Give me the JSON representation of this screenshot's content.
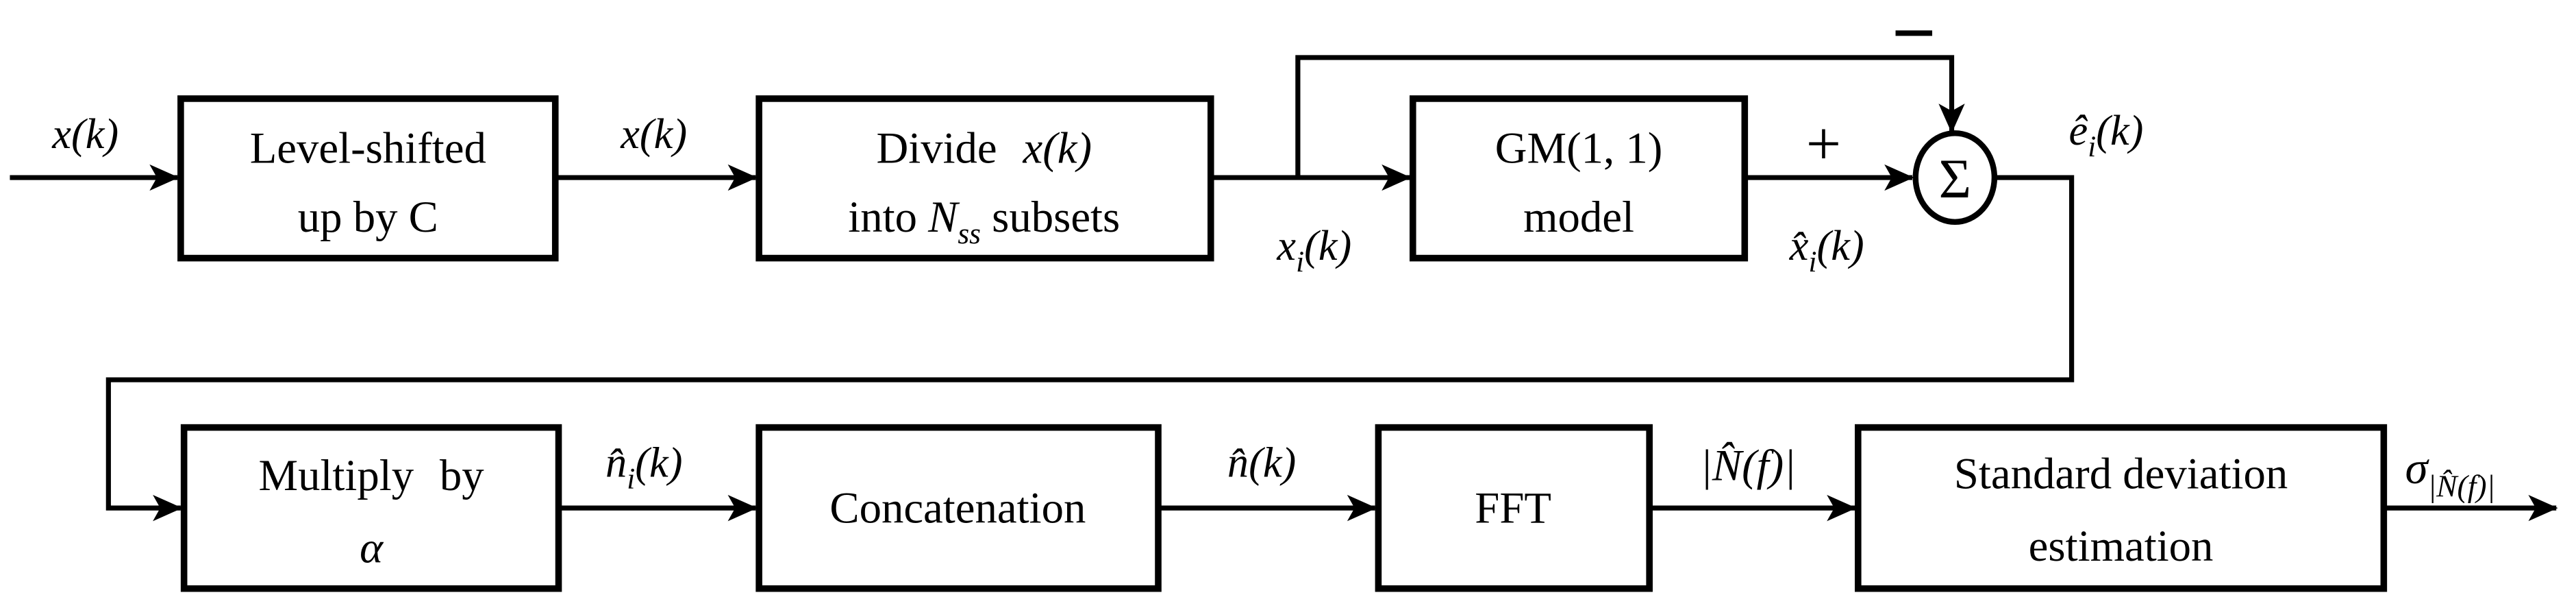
{
  "figure": {
    "background": "#ffffff",
    "ink": "#000000"
  },
  "blocks": {
    "level_shift": {
      "line1": "Level-shifted",
      "line2": "up by C"
    },
    "divide": {
      "line1_pre": "Divide ",
      "line1_math": "x(k)",
      "line2_pre": "into ",
      "line2_base": "N",
      "line2_sub": "ss",
      "line2_post": " subsets"
    },
    "gm": {
      "line1": "GM(1, 1)",
      "line2": "model"
    },
    "multiply": {
      "line1": "Multiply by",
      "line2": "α"
    },
    "concat": {
      "label": "Concatenation"
    },
    "fft": {
      "label": "FFT"
    },
    "std": {
      "line1": "Standard deviation",
      "line2": "estimation"
    }
  },
  "labels": {
    "input": "x(k)",
    "shifted": "x(k)",
    "subset": {
      "base": "x",
      "sub": "i",
      "args": "(k)"
    },
    "gm_out": {
      "base": "x̂",
      "sub": "i",
      "args": "(k)"
    },
    "error": {
      "base": "ê",
      "sub": "i",
      "args": "(k)"
    },
    "scaled": {
      "base": "n̂",
      "sub": "i",
      "args": "(k)"
    },
    "concat_out": "n̂(k)",
    "spectrum": "|N̂(f)|",
    "sigma": {
      "base": "σ",
      "sub": "|N̂(f)|"
    }
  },
  "signs": {
    "plus": "+",
    "minus": "−",
    "sum": "Σ"
  }
}
